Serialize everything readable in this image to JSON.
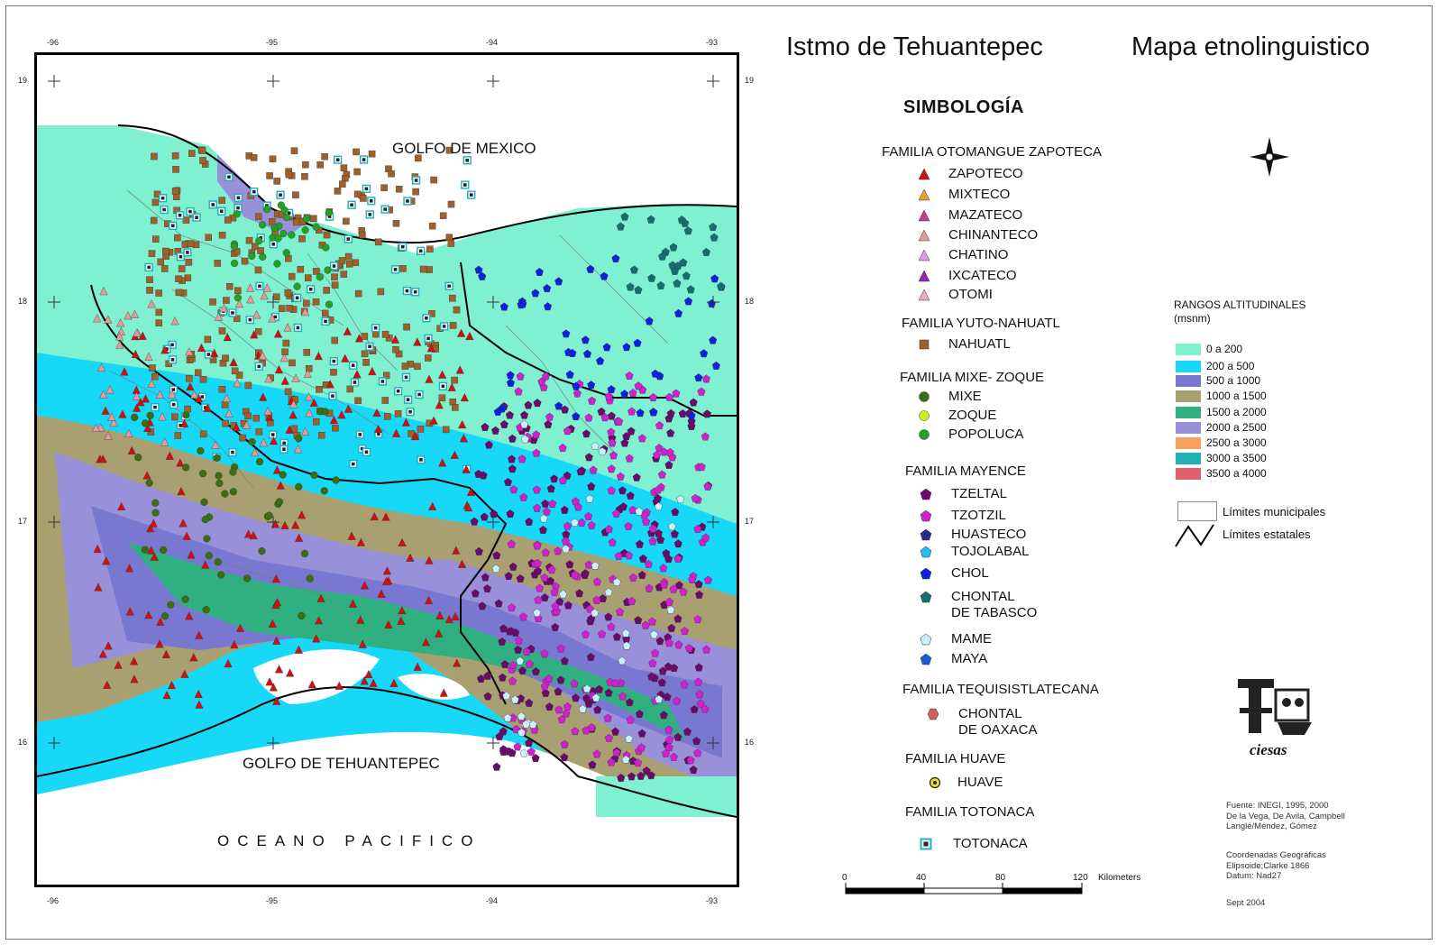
{
  "titles": {
    "left": "Istmo de Tehuantepec",
    "right": "Mapa etnolinguistico"
  },
  "map": {
    "top_ticks": [
      "-96",
      "-95",
      "-94",
      "-93"
    ],
    "bottom_ticks": [
      "-96",
      "-95",
      "-94",
      "-93"
    ],
    "left_ticks": [
      "19",
      "18",
      "17",
      "16"
    ],
    "right_ticks": [
      "19",
      "18",
      "17",
      "16"
    ],
    "labels": {
      "gulf_mexico": "GOLFO DE MEXICO",
      "gulf_tehuantepec": "GOLFO DE TEHUANTEPEC",
      "pacific": "OCEANO PACIFICO"
    }
  },
  "legend": {
    "heading": "SIMBOLOGÍA",
    "families": [
      {
        "name": "FAMILIA OTOMANGUE ZAPOTECA",
        "items": [
          {
            "label": "ZAPOTECO",
            "shape": "triangle",
            "color": "#d01010"
          },
          {
            "label": "MIXTECO",
            "shape": "triangle",
            "color": "#e8a030"
          },
          {
            "label": "MAZATECO",
            "shape": "triangle",
            "color": "#c83c90"
          },
          {
            "label": "CHINANTECO",
            "shape": "triangle",
            "color": "#e49a9a"
          },
          {
            "label": "CHATINO",
            "shape": "triangle",
            "color": "#d8a0e0"
          },
          {
            "label": "IXCATECO",
            "shape": "triangle",
            "color": "#9a20b8"
          },
          {
            "label": "OTOMI",
            "shape": "triangle",
            "color": "#f0a8c8"
          }
        ]
      },
      {
        "name": "FAMILIA YUTO-NAHUATL",
        "items": [
          {
            "label": "NAHUATL",
            "shape": "square",
            "color": "#a0602a"
          }
        ]
      },
      {
        "name": "FAMILIA MIXE- ZOQUE",
        "items": [
          {
            "label": "MIXE",
            "shape": "circle",
            "color": "#3c6e10"
          },
          {
            "label": "ZOQUE",
            "shape": "circle",
            "color": "#c8f020"
          },
          {
            "label": "POPOLUCA",
            "shape": "circle",
            "color": "#24a024"
          }
        ]
      },
      {
        "name": "FAMILIA MAYENCE",
        "items": [
          {
            "label": "TZELTAL",
            "shape": "pentagon",
            "color": "#6a0a6a"
          },
          {
            "label": "TZOTZIL",
            "shape": "pentagon",
            "color": "#d020d0"
          },
          {
            "label": "HUASTECO",
            "shape": "pentagon",
            "color": "#2a2a90"
          },
          {
            "label": "TOJOLABAL",
            "shape": "pentagon",
            "color": "#20c0f0"
          },
          {
            "label": "CHOL",
            "shape": "pentagon",
            "color": "#1020e0"
          },
          {
            "label": "CHONTAL\nDE TABASCO",
            "shape": "pentagon",
            "color": "#147070"
          },
          {
            "label": "MAME",
            "shape": "pentagon",
            "color": "#c8f0ff"
          },
          {
            "label": "MAYA",
            "shape": "pentagon",
            "color": "#1a5ad8"
          }
        ]
      },
      {
        "name": "FAMILIA TEQUISISTLATECANA",
        "items": [
          {
            "label": "CHONTAL\nDE OAXACA",
            "shape": "hexagon",
            "color": "#d06060"
          }
        ]
      },
      {
        "name": "FAMILIA HUAVE",
        "items": [
          {
            "label": "HUAVE",
            "shape": "ring",
            "color": "#f0e020"
          }
        ]
      },
      {
        "name": "FAMILIA TOTONACA",
        "items": [
          {
            "label": "TOTONACA",
            "shape": "boxed",
            "color": "#20b0c0"
          }
        ]
      }
    ],
    "altitude": {
      "title": "RANGOS ALTITUDINALES",
      "unit": "(msnm)",
      "ranges": [
        {
          "label": "0 a 200",
          "color": "#7ff0d0"
        },
        {
          "label": "200 a 500",
          "color": "#18d8f8"
        },
        {
          "label": "500 a 1000",
          "color": "#7878d0"
        },
        {
          "label": "1000 a 1500",
          "color": "#a8a070"
        },
        {
          "label": "1500 a 2000",
          "color": "#30b080"
        },
        {
          "label": "2000 a 2500",
          "color": "#9890d8"
        },
        {
          "label": "2500 a 3000",
          "color": "#f8a060"
        },
        {
          "label": "3000 a 3500",
          "color": "#20b0b8"
        },
        {
          "label": "3500 a 4000",
          "color": "#e06070"
        }
      ]
    },
    "limits": {
      "municipal": "Límites municipales",
      "state": "Límites estatales"
    },
    "scale": {
      "ticks": [
        "0",
        "40",
        "80",
        "120"
      ],
      "unit": "Kilometers"
    },
    "logo_text": "ciesas",
    "source_text": "Fuente: INEGI, 1995, 2000\nDe la Vega, De Avila,  Campbell\nLanglé/Méndez, Gómez",
    "coords_text": "Coordenadas Geográficas\nElipsoide;Clarke 1866\nDatum: Nad27",
    "date_text": "Sept 2004"
  }
}
